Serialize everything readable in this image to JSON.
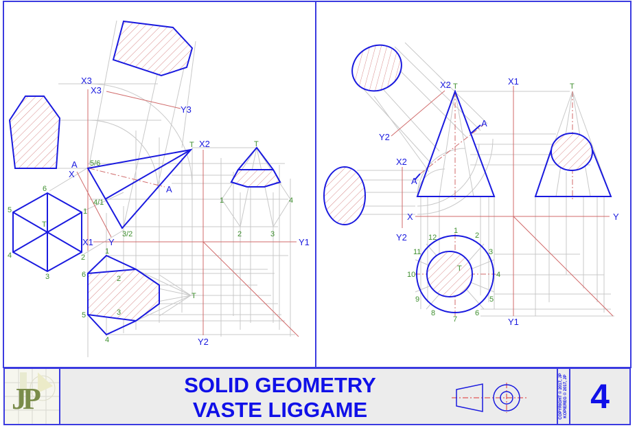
{
  "title_block": {
    "title_line1": "SOLID GEOMETRY",
    "title_line2": "VASTE LIGGAME",
    "copyright_line1": "COPYRIGHT © 2017, JP",
    "copyright_line2": "KOPIEREG © 2017, JP",
    "sheet_number": "4",
    "logo_text": "JP"
  },
  "colors": {
    "frame": "#3a3ae0",
    "object_line": "#1a1adf",
    "axis_line": "#d06a6a",
    "construction_line": "#c8c8c8",
    "label_green": "#3f8f2f",
    "title_fill": "#ececec"
  },
  "left_panel": {
    "axis_labels": {
      "x3a": "X3",
      "x3b": "X3",
      "y3": "Y3",
      "x2": "X2",
      "x1": "X1",
      "y1": "Y1",
      "y2": "Y2",
      "x": "X",
      "y": "Y",
      "a1": "A",
      "a2": "A"
    },
    "point_labels": {
      "p56": "5/6",
      "p41": "4/1",
      "p32": "3/2",
      "t_front": "T",
      "hex6": "6",
      "hex5": "5",
      "hex1": "1",
      "hex4": "4",
      "hex2": "2",
      "hex3": "3",
      "hex_t": "T",
      "sec1": "1",
      "sec6": "6",
      "sec2": "2",
      "sec5": "5",
      "sec3": "3",
      "sec4": "4",
      "sec_t": "T",
      "side_t": "T",
      "side1": "1",
      "side4": "4",
      "side2": "2",
      "side3": "3"
    }
  },
  "right_panel": {
    "axis_labels": {
      "x2a": "X2",
      "y2a": "Y2",
      "x2b": "X2",
      "y2b": "Y2",
      "x1": "X1",
      "y1": "Y1",
      "x": "X",
      "y": "Y",
      "a1": "A",
      "a2": "A"
    },
    "point_labels": {
      "t_front": "T",
      "t_side": "T",
      "t_plan": "T",
      "c1": "1",
      "c2": "2",
      "c3": "3",
      "c4": "4",
      "c5": "5",
      "c6": "6",
      "c7": "7",
      "c8": "8",
      "c9": "9",
      "c10": "10",
      "c11": "11",
      "c12": "12"
    }
  },
  "icons": {
    "symbol": "first-angle-projection-icon",
    "logo": "jp-logo-icon"
  }
}
